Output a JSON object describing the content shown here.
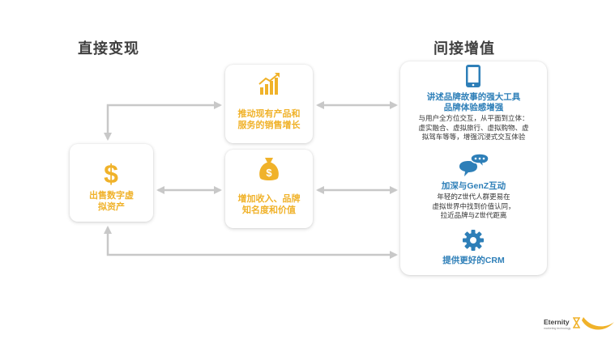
{
  "headings": {
    "left": "直接变现",
    "right": "间接增值"
  },
  "boxes": {
    "sell": {
      "lines": [
        "出售数字虚",
        "拟资产"
      ]
    },
    "push": {
      "lines": [
        "推动现有产品和",
        "服务的销售增长"
      ]
    },
    "revenue": {
      "lines": [
        "增加收入、品牌",
        "知名度和价值"
      ]
    }
  },
  "right_panel": {
    "story": {
      "title": [
        "讲述品牌故事的强大工具",
        "品牌体验感增强"
      ],
      "body": [
        "与用户全方位交互，从平面到立体：",
        "虚实融合、虚拟旅行、虚拟购物、虚",
        "拟驾车等等，增强沉浸式交互体验"
      ]
    },
    "genz": {
      "title": "加深与GenZ互动",
      "body": [
        "年轻的Z世代人群更易在",
        "虚拟世界中找到价值认同，",
        "拉近品牌与Z世代距离"
      ]
    },
    "crm": {
      "title": "提供更好的CRM"
    }
  },
  "logo": {
    "name": "Eternity",
    "tagline": "marketing technology"
  },
  "colors": {
    "yellow": "#f0b22a",
    "blue": "#2e7fb8",
    "arrow": "#c8c8c8",
    "heading": "#404040"
  },
  "icons": {
    "push": "bar-chart-growth-icon",
    "sell": "dollar-sign-icon",
    "revenue": "money-bag-icon",
    "story": "tablet-icon",
    "genz": "chat-bubbles-icon",
    "crm": "gear-icon"
  }
}
